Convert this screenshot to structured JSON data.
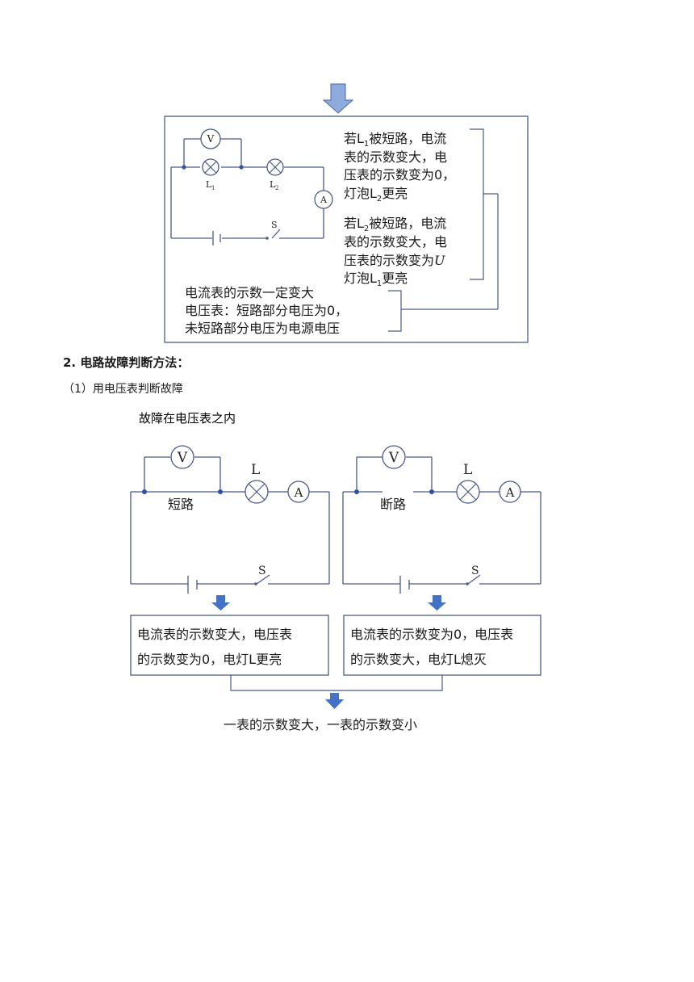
{
  "top_figure": {
    "labels": {
      "voltmeter": "V",
      "ammeter": "A",
      "lamp1": "L",
      "lamp1_sub": "1",
      "lamp2": "L",
      "lamp2_sub": "2",
      "switch": "S"
    },
    "case1": [
      "若L",
      "1",
      "被短路，电流",
      "表的示数变大，电",
      "压表的示数变为0，",
      "灯泡L",
      "2",
      "更亮"
    ],
    "case2": [
      "若L",
      "2",
      "被短路，电流",
      "表的示数变大，电",
      "压表的示数变为",
      "U",
      "灯泡L",
      "1",
      "更亮"
    ],
    "summary": [
      "电流表的示数一定变大",
      "电压表：短路部分电压为0，",
      "未短路部分电压为电源电压"
    ]
  },
  "section": {
    "heading": "2. 电路故障判断方法：",
    "subheading": "（1）用电压表判断故障"
  },
  "bottom_figure": {
    "title": "故障在电压表之内",
    "labels": {
      "voltmeter": "V",
      "ammeter": "A",
      "lamp": "L",
      "switch": "S"
    },
    "left_fault": "短路",
    "right_fault": "断路",
    "left_result": [
      "电流表的示数变大，电压表",
      "的示数变为0，电灯L更亮"
    ],
    "right_result": [
      "电流表的示数变为0，电压表",
      "的示数变大，电灯L熄灭"
    ],
    "conclusion": "一表的示数变大，一表的示数变小"
  },
  "colors": {
    "wire": "#4a5a86",
    "box_border": "#3c4f7c",
    "arrow_light": "#8faadc",
    "arrow_dark": "#4472c4",
    "node": "#2f4fb0"
  }
}
